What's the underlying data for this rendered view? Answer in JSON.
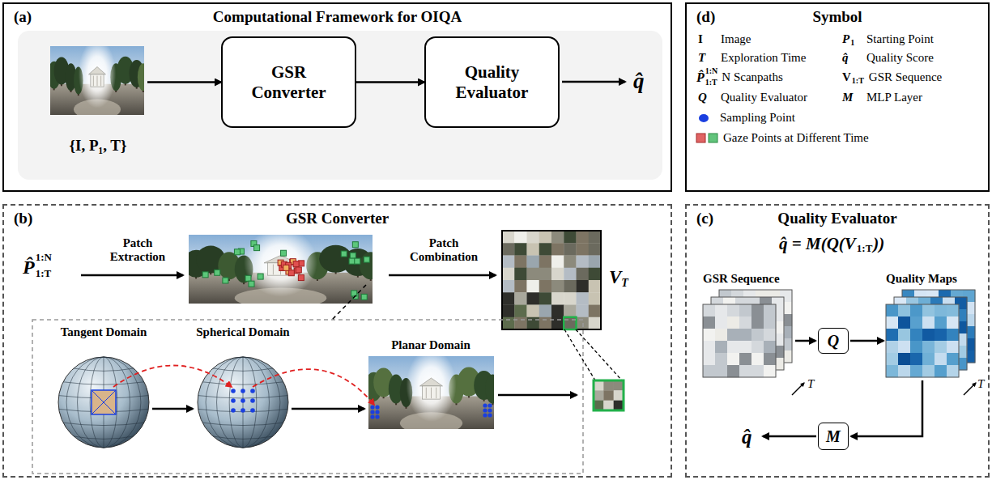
{
  "diagram": {
    "nodes": [
      {
        "text": [
          "(a)",
          "Computational Framework for OIQA"
        ]
      },
      {
        "text": [
          "{I, P₁, T}"
        ],
        "in": 0
      },
      {
        "text": [
          "GSR Converter"
        ],
        "in": 0
      },
      {
        "text": [
          "Quality Evaluator"
        ],
        "in": 0
      },
      {
        "text": [
          "(d)",
          "Symbol"
        ]
      },
      {
        "text": [
          "(b)",
          "GSR Converter"
        ]
      },
      {
        "text": [
          "(c)",
          "Quality Evaluator"
        ]
      },
      {
        "text": [
          "Q"
        ],
        "in": 6
      },
      {
        "text": [
          "M"
        ],
        "in": 6
      }
    ],
    "edges": [
      {
        "from": 1,
        "to": 2,
        "arrow": "to"
      },
      {
        "from": 2,
        "to": 3,
        "arrow": "to"
      }
    ],
    "labels": [
      "q̂",
      "I",
      "Image",
      "T",
      "Exploration Time",
      "P̂",
      "1:N",
      "1:T",
      "N Scanpaths",
      "Q",
      "Quality Evaluator",
      "P",
      "1",
      "Starting Point",
      "q̂",
      "Quality Score",
      "V",
      "1:T",
      "GSR Sequence",
      "M",
      "MLP Layer",
      "P̂",
      "1:N",
      "1:T",
      "Patch Extraction",
      "Patch Combination",
      "V",
      "T",
      "Tangent Domain",
      "Spherical Domain",
      "Planar Domain",
      "q̂ = M(Q(V",
      "1:T",
      "))",
      "GSR Sequence",
      "Quality Maps",
      "T",
      "T",
      "q̂"
    ],
    "legend": [
      {
        "text": "Sampling Point",
        "color": "#1a3fe0"
      },
      {
        "text": "Gaze Points at Different Time"
      }
    ]
  }
}
